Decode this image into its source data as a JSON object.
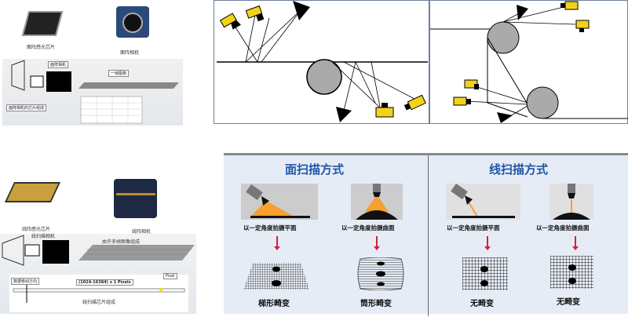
{
  "area_scan_intro": {
    "chip_label": "面阵感光芯片",
    "camera_label": "面阵相机",
    "diagram_camera": "面阵相机",
    "frame_label": "一帧图像",
    "chip_composition": "面阵相机的芯片组成"
  },
  "line_scan_intro": {
    "chip_label": "线阵感光芯片",
    "camera_label": "线阵相机",
    "diagram_camera": "线扫描相机",
    "frames_label": "由许多帧图像组成",
    "direction_label": "数据移动方向",
    "pixels_label": "(1024-16384) x 1 Pixels",
    "pixel_label": "Pixel",
    "chip_composition": "线扫描芯片组成"
  },
  "comparison": {
    "area": {
      "title": "面扫描方式",
      "items": [
        {
          "caption": "以一定角度拍摄平面",
          "result": "梯形畸变"
        },
        {
          "caption": "以一定角度拍摄曲面",
          "result": "筒形畸变"
        }
      ]
    },
    "line": {
      "title": "线扫描方式",
      "items": [
        {
          "caption": "以一定角度拍摄平面",
          "result": "无畸变"
        },
        {
          "caption": "以一定角度拍摄曲面",
          "result": "无畸变"
        }
      ]
    }
  },
  "colors": {
    "camera_yellow": "#f2d21b",
    "title_blue": "#1f56a8",
    "arrow_red": "#d0203a",
    "beam_orange": "#f5a030",
    "panel_bg": "#e6ecf6"
  }
}
